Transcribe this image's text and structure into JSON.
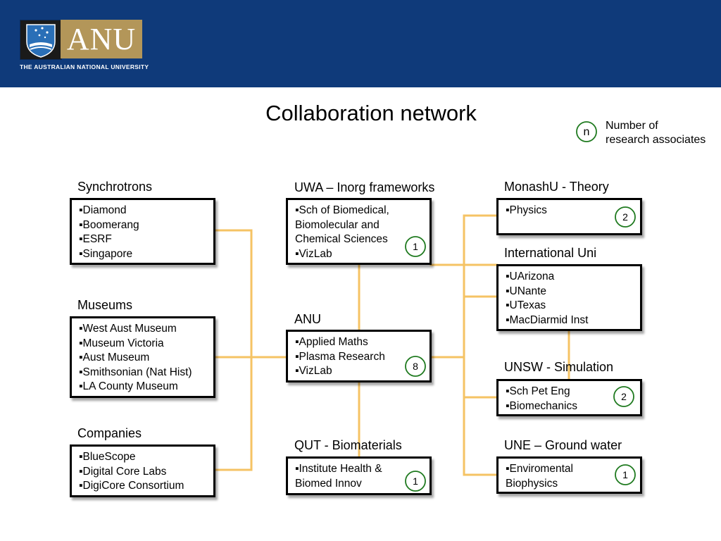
{
  "header": {
    "logo_text": "ANU",
    "logo_subtitle": "THE AUSTRALIAN NATIONAL UNIVERSITY",
    "colors": {
      "bar": "#0f3a7a",
      "logo_gold": "#b39659"
    },
    "shield_icon": "crest-icon"
  },
  "title": "Collaboration network",
  "legend": {
    "symbol": "n",
    "text_line1": "Number of",
    "text_line2": "research associates"
  },
  "colors": {
    "connector": "#f5c364",
    "count_ring": "#1f7a1f"
  },
  "groups": {
    "synchrotrons": {
      "title": "Synchrotrons",
      "items": [
        "Diamond",
        "Boomerang",
        "ESRF",
        "Singapore"
      ]
    },
    "museums": {
      "title": "Museums",
      "items": [
        "West Aust Museum",
        "Museum Victoria",
        "Aust Museum",
        "Smithsonian (Nat Hist)",
        "LA County Museum"
      ]
    },
    "companies": {
      "title": "Companies",
      "items": [
        "BlueScope",
        "Digital Core Labs",
        "DigiCore Consortium"
      ]
    },
    "uwa": {
      "title": "UWA – Inorg frameworks",
      "item1_line1": "Sch of Biomedical,",
      "item1_line2": "Biomolecular and",
      "item1_line3": "Chemical Sciences",
      "item2": "VizLab",
      "count": "1"
    },
    "anu": {
      "title": "ANU",
      "items": [
        "Applied Maths",
        "Plasma Research",
        "VizLab"
      ],
      "count": "8"
    },
    "qut": {
      "title": "QUT - Biomaterials",
      "item_line1": "Institute Health &",
      "item_line2": "Biomed Innov",
      "count": "1"
    },
    "monash": {
      "title": "MonashU - Theory",
      "items": [
        "Physics"
      ],
      "count": "2"
    },
    "international": {
      "title": "International Uni",
      "items": [
        "UArizona",
        "UNante",
        "UTexas",
        "MacDiarmid Inst"
      ]
    },
    "unsw": {
      "title": "UNSW - Simulation",
      "items": [
        "Sch Pet Eng",
        "Biomechanics"
      ],
      "count": "2"
    },
    "une": {
      "title": "UNE – Ground water",
      "item_line1": "Enviromental",
      "item_line2": "Biophysics",
      "count": "1"
    }
  }
}
